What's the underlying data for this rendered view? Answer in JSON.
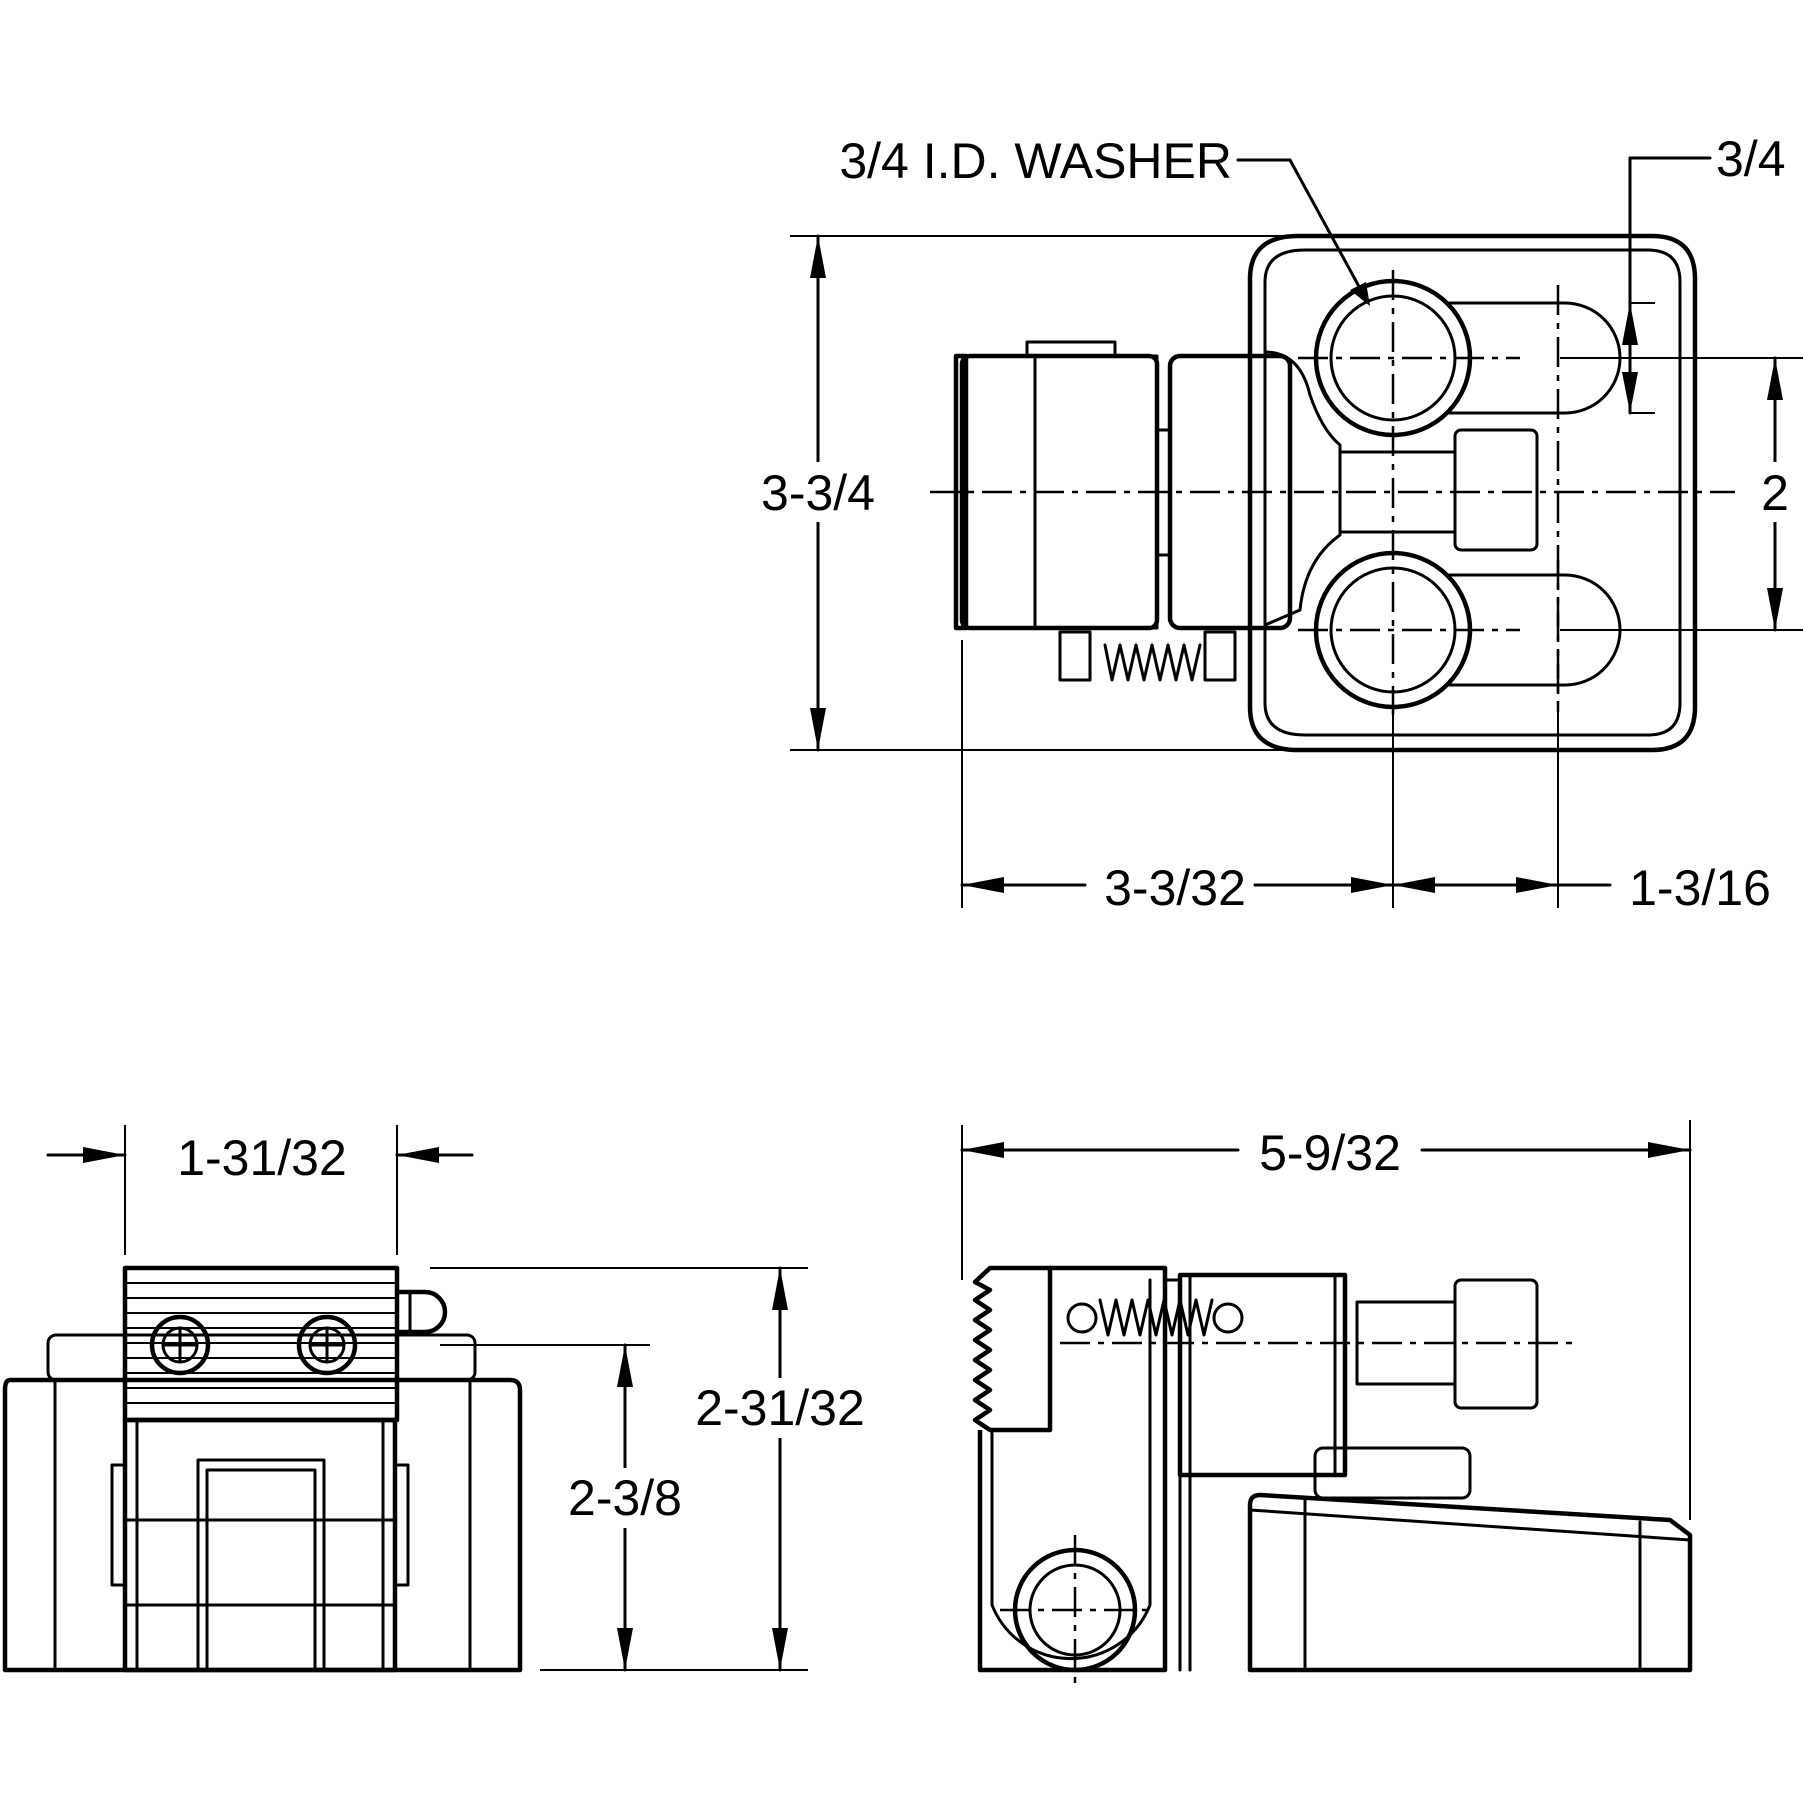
{
  "colors": {
    "ink": "#000000",
    "paper": "#ffffff"
  },
  "labels": {
    "washer": "3/4 I.D. WASHER",
    "slot_width": "3/4",
    "overall_height_top": "3-3/4",
    "hole_spacing": "2",
    "base_to_hole": "3-3/32",
    "hole_to_slot": "1-3/16",
    "front_width": "1-31/32",
    "front_overall_height": "2-31/32",
    "front_pin_height": "2-3/8",
    "side_overall_length": "5-9/32"
  }
}
